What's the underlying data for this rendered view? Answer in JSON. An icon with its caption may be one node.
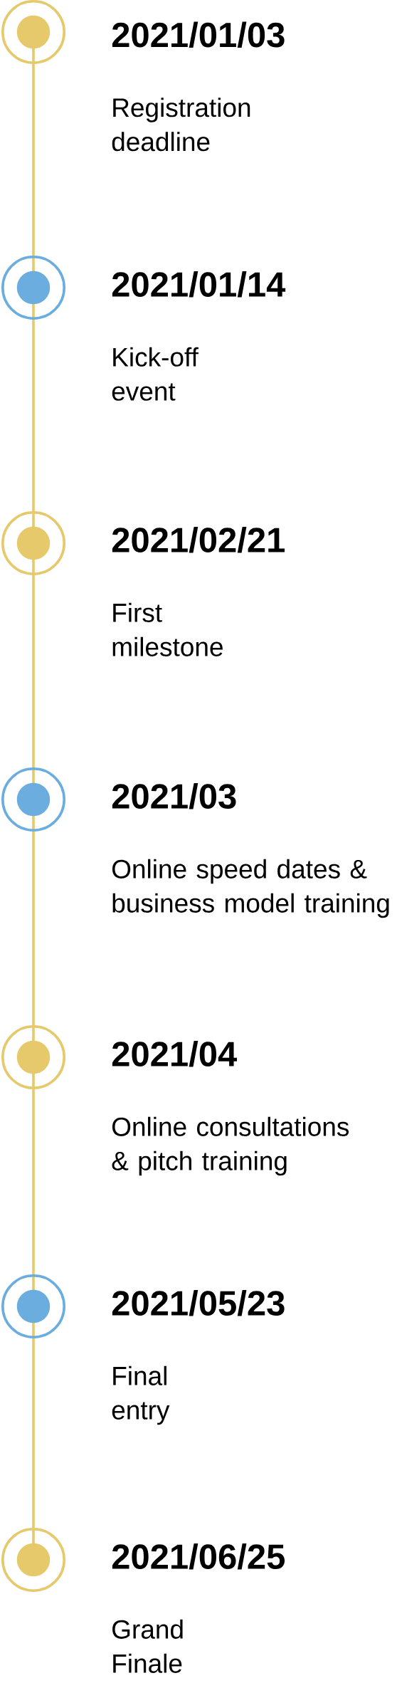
{
  "diagram": {
    "nodes": [
      {
        "text": [],
        "shape": "circle",
        "beside": [
          "2021/01/03",
          "Registration deadline"
        ]
      },
      {
        "text": [],
        "shape": "circle",
        "beside": [
          "2021/01/14",
          "Kick-off event"
        ]
      },
      {
        "text": [],
        "shape": "circle",
        "beside": [
          "2021/02/21",
          "First milestone"
        ]
      },
      {
        "text": [],
        "shape": "circle",
        "beside": [
          "2021/03",
          "Online speed dates & business model training"
        ]
      },
      {
        "text": [],
        "shape": "circle",
        "beside": [
          "2021/04",
          "Online consultations & pitch training"
        ]
      },
      {
        "text": [],
        "shape": "circle",
        "beside": [
          "2021/05/23",
          "Final entry"
        ]
      },
      {
        "text": [],
        "shape": "circle",
        "beside": [
          "2021/06/25",
          "Grand Finale"
        ]
      }
    ],
    "edges": [
      {
        "from": 0,
        "to": 1,
        "arrow": "none"
      },
      {
        "from": 1,
        "to": 2,
        "arrow": "none"
      },
      {
        "from": 2,
        "to": 3,
        "arrow": "none"
      },
      {
        "from": 3,
        "to": 4,
        "arrow": "none"
      },
      {
        "from": 4,
        "to": 5,
        "arrow": "none"
      },
      {
        "from": 5,
        "to": 6,
        "arrow": "none"
      }
    ]
  }
}
